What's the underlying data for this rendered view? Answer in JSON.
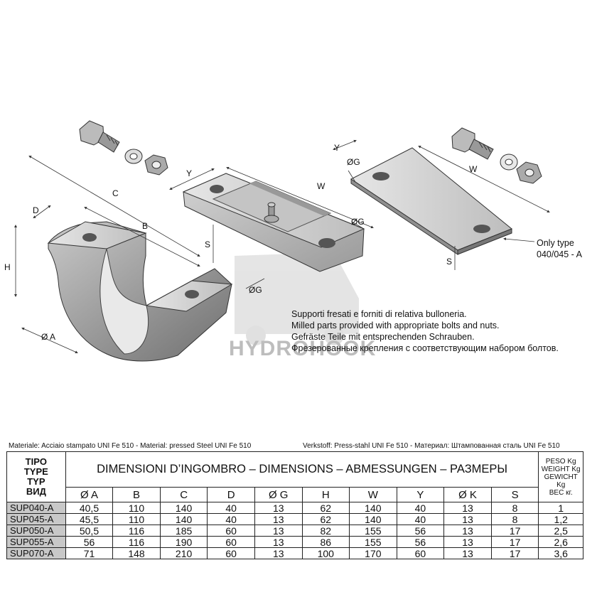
{
  "drawing_labels": {
    "d": "D",
    "c": "C",
    "b": "B",
    "h": "H",
    "a": "Ø A",
    "g1": "ØG",
    "g2": "ØG",
    "g3": "ØG",
    "y1": "Y",
    "y2": "Y",
    "w1": "W",
    "w2": "W",
    "s1": "S",
    "s2": "S"
  },
  "watermark": "HYDROHOOK",
  "only_type": [
    "Only type",
    "040/045 - A"
  ],
  "note_lines": [
    "Supporti fresati e forniti di relativa bulloneria.",
    "Milled parts provided with appropriate bolts and nuts.",
    "Gefräste Teile mit entsprechenden Schrauben.",
    "Фрезерованные крепления с соответствующим набором болтов."
  ],
  "material_left": "Materiale: Acciaio stampato UNI Fe 510 - Material: pressed Steel UNI Fe 510",
  "material_right": "Verkstoff: Press-stahl UNI Fe 510 - Материал: Штампованная сталь UNI Fe 510",
  "table": {
    "tipo": [
      "TIPO",
      "TYPE",
      "TYP",
      "ВИД"
    ],
    "dimensions_title": "DIMENSIONI D’INGOMBRO – DIMENSIONS – ABMESSUNGEN – РАЗМЕРЫ",
    "peso": [
      "PESO Kg",
      "WEIGHT Kg",
      "GEWICHT Kg",
      "ВЕС кг."
    ],
    "columns": [
      "Ø A",
      "B",
      "C",
      "D",
      "Ø G",
      "H",
      "W",
      "Y",
      "Ø K",
      "S"
    ],
    "rows": [
      {
        "type": "SUP040-A",
        "values": [
          "40,5",
          "110",
          "140",
          "40",
          "13",
          "62",
          "140",
          "40",
          "13",
          "8"
        ],
        "weight": "1"
      },
      {
        "type": "SUP045-A",
        "values": [
          "45,5",
          "110",
          "140",
          "40",
          "13",
          "62",
          "140",
          "40",
          "13",
          "8"
        ],
        "weight": "1,2"
      },
      {
        "type": "SUP050-A",
        "values": [
          "50,5",
          "116",
          "185",
          "60",
          "13",
          "82",
          "155",
          "56",
          "13",
          "17"
        ],
        "weight": "2,5"
      },
      {
        "type": "SUP055-A",
        "values": [
          "56",
          "116",
          "190",
          "60",
          "13",
          "86",
          "155",
          "56",
          "13",
          "17"
        ],
        "weight": "2,6"
      },
      {
        "type": "SUP070-A",
        "values": [
          "71",
          "148",
          "210",
          "60",
          "13",
          "100",
          "170",
          "60",
          "13",
          "17"
        ],
        "weight": "3,6"
      }
    ]
  }
}
